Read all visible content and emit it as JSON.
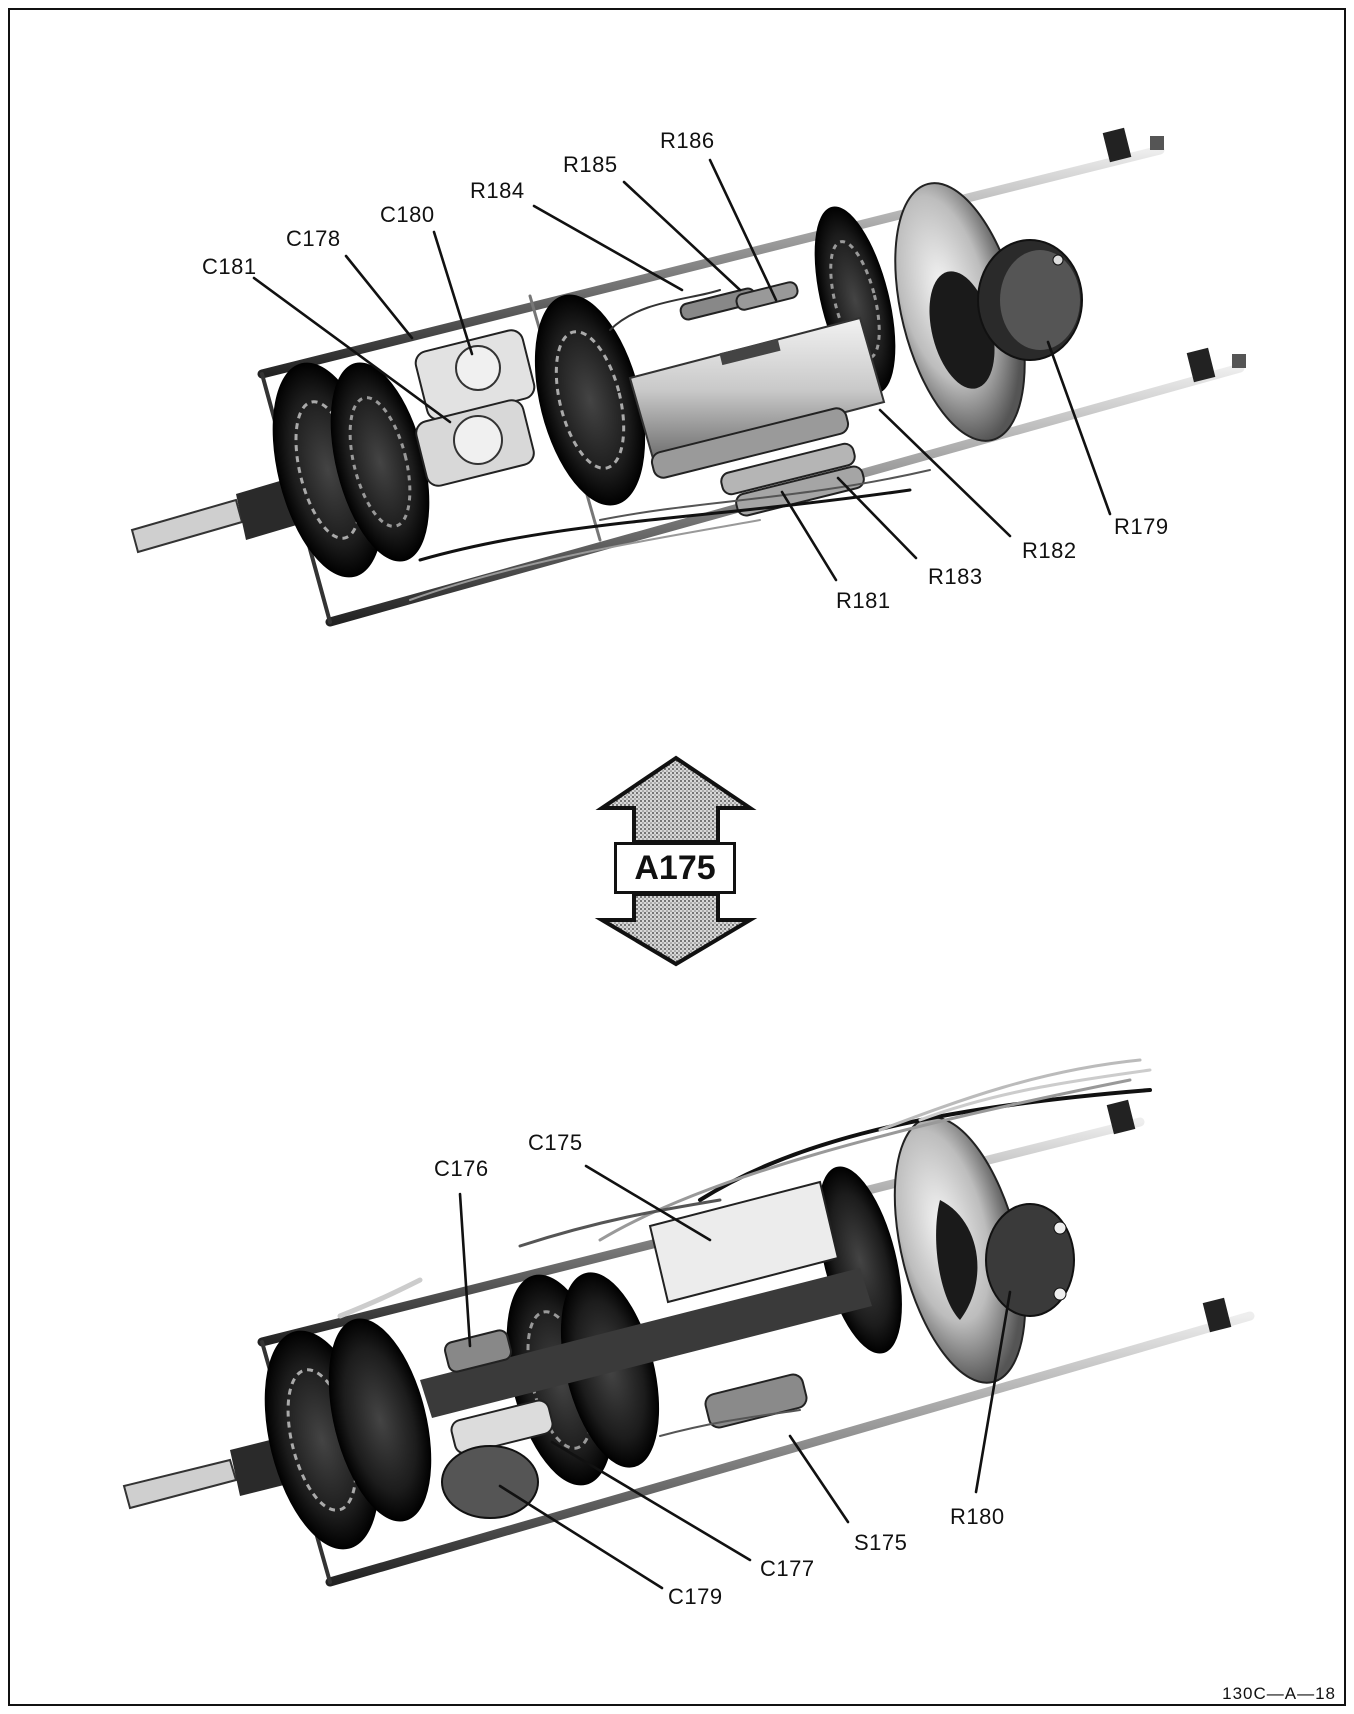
{
  "assembly_label": "A175",
  "figure_number": "130C—A—18",
  "top_view": {
    "callouts": {
      "c181": "C181",
      "c178": "C178",
      "c180": "C180",
      "r184": "R184",
      "r185": "R185",
      "r186": "R186",
      "r179": "R179",
      "r182": "R182",
      "r183": "R183",
      "r181": "R181"
    }
  },
  "bottom_view": {
    "callouts": {
      "c176": "C176",
      "c175": "C175",
      "r180": "R180",
      "s175": "S175",
      "c177": "C177",
      "c179": "C179"
    }
  },
  "colors": {
    "ink": "#111111",
    "metal_dark": "#2a2a2a",
    "metal_mid": "#6e6e6e",
    "metal_light": "#cfcfcf",
    "body_light": "#e4e4e4",
    "arrow_fill": "#bdbdbd"
  }
}
